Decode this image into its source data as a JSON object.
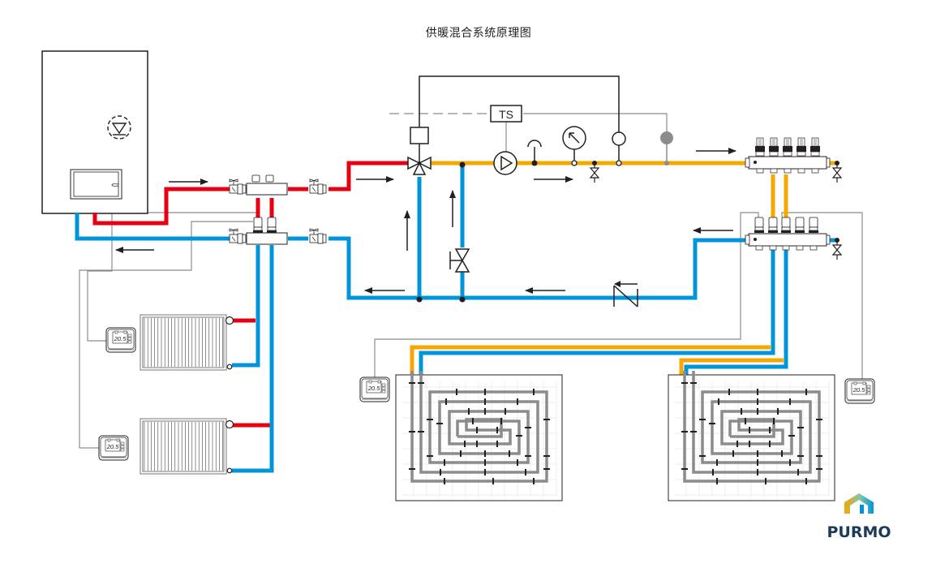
{
  "diagram": {
    "title": "供暖混合系统原理图",
    "colors": {
      "supply_hot": "#e60012",
      "return": "#0095da",
      "mixed_supply": "#f5a800",
      "loop_pipe": "#8c8c8c",
      "control_wire": "#231f20",
      "sensor_wire": "#8c8c8c"
    },
    "components": {
      "boiler": {
        "label": "boiler",
        "icon": "boiler-pump-icon"
      },
      "temperature_sensor": {
        "label": "TS"
      },
      "mixing_valve": {
        "label": "three-way-mixing-valve"
      },
      "circulation_pump": {
        "label": "circulation-pump"
      },
      "thermometer": {
        "label": "thermometer"
      },
      "pressure_gauge": {
        "label": "pressure-gauge"
      },
      "check_valve": {
        "label": "check-valve"
      },
      "balancing_valve": {
        "label": "bypass-valve"
      },
      "ufh_supply_manifold": {
        "ports": 5
      },
      "ufh_return_manifold": {
        "ports": 5
      },
      "radiator_manifold_supply": {
        "ports": 2
      },
      "radiator_manifold_return": {
        "ports": 2
      }
    },
    "thermostats": [
      {
        "id": "radiator-1",
        "display": "20.5"
      },
      {
        "id": "radiator-2",
        "display": "20.5"
      },
      {
        "id": "floor-zone-1",
        "display": "20.5"
      },
      {
        "id": "floor-zone-2",
        "display": "20.5"
      }
    ],
    "radiators": [
      {
        "id": "radiator-1"
      },
      {
        "id": "radiator-2"
      }
    ],
    "floor_zones": [
      {
        "id": "floor-zone-1"
      },
      {
        "id": "floor-zone-2"
      }
    ],
    "logo": {
      "text": "PURMO"
    }
  }
}
